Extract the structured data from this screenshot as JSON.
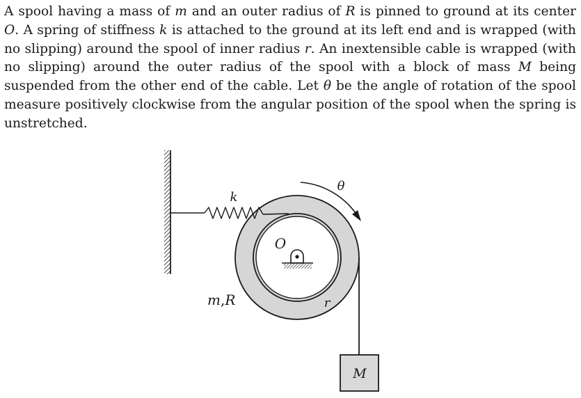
{
  "problem": {
    "p1": "A spool having a mass of ",
    "m": "m",
    "p2": " and an outer radius of ",
    "R": "R",
    "p3": " is pinned to ground at its center ",
    "O": "O",
    "p4": ". A spring of stiffness ",
    "k": "k",
    "p5": " is attached to the ground at its left end and is wrapped (with no slipping) around the spool of inner radius ",
    "r": "r",
    "p6": ". An inextensible cable is wrapped (with no slipping) around the outer radius of the spool with a block of mass ",
    "M": "M",
    "p7": " being suspended from the other end of the cable. Let ",
    "theta": "θ",
    "p8": " be the angle of rotation of the spool measure positively clockwise from the angular position of the spool when the spring is unstretched."
  },
  "figure": {
    "label_k": "k",
    "label_theta": "θ",
    "label_O": "O",
    "label_mass_m": "m",
    "label_comma": ",",
    "label_mass_R": "R",
    "label_r": "r",
    "label_M": "M",
    "colors": {
      "outer_spool": "#d6d6d6",
      "inner_spool": "#ffffff",
      "block": "#d9d9d9",
      "ink": "#1a1a1a"
    }
  }
}
